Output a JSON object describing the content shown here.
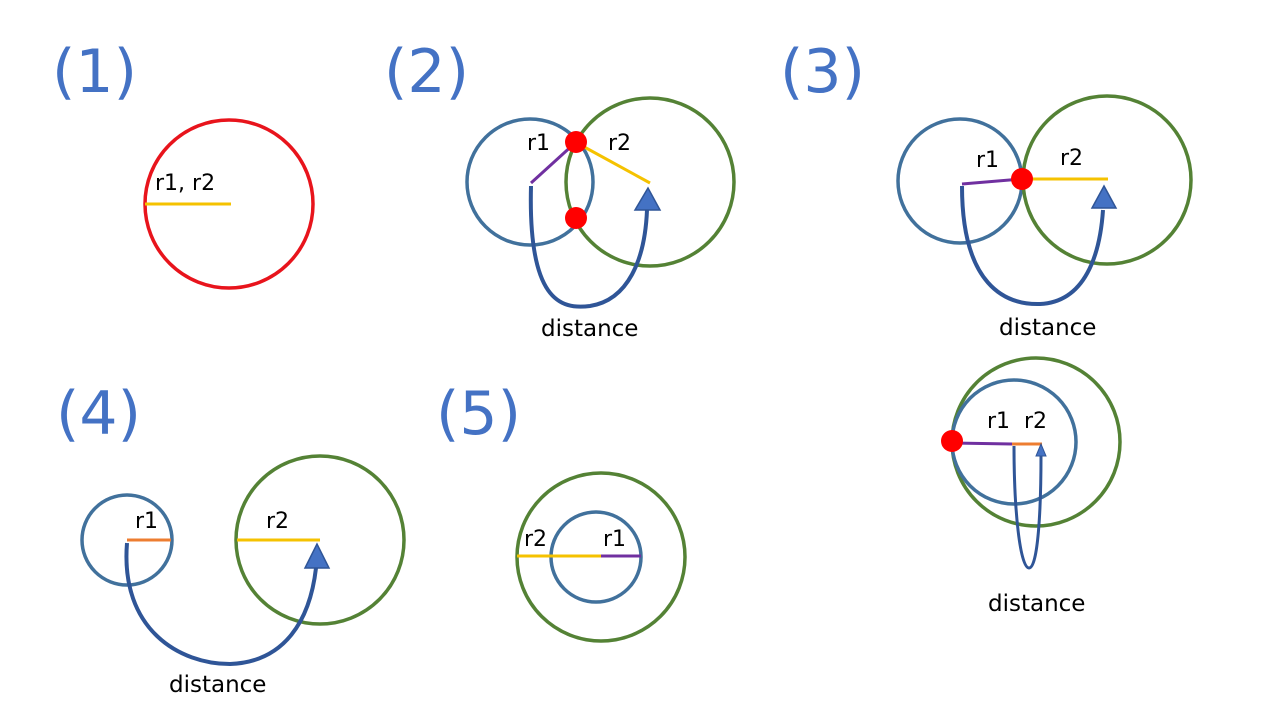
{
  "colors": {
    "panel_label": "#4472C4",
    "red_circle": "#E8141C",
    "blue_circle": "#41719C",
    "green_circle": "#548235",
    "radius_yellow": "#F5C200",
    "radius_purple": "#7030A0",
    "radius_orange": "#ED7D31",
    "arrow_blue": "#2F5597",
    "arrow_head": "#4472C4",
    "intersection_point": "#FF0000"
  },
  "icons": {
    "arrow": "arrow-head",
    "point": "intersection-dot"
  },
  "panels": {
    "p1": {
      "label": "(1)",
      "radius_label": "r1, r2"
    },
    "p2": {
      "label": "(2)",
      "r1": "r1",
      "r2": "r2",
      "distance": "distance"
    },
    "p3": {
      "label": "(3)",
      "r1": "r1",
      "r2": "r2",
      "distance": "distance"
    },
    "p3b": {
      "r1": "r1",
      "r2": "r2",
      "distance": "distance"
    },
    "p4": {
      "label": "(4)",
      "r1": "r1",
      "r2": "r2",
      "distance": "distance"
    },
    "p5": {
      "label": "(5)",
      "r1": "r1",
      "r2": "r2"
    }
  }
}
